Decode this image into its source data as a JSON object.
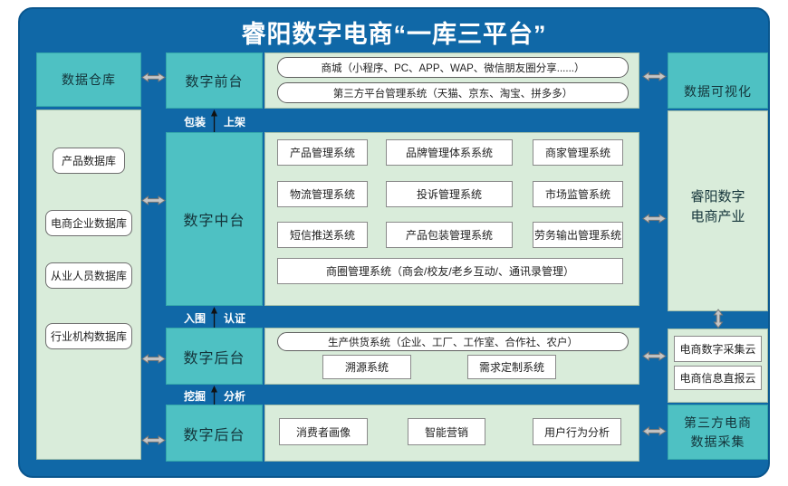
{
  "title": "睿阳数字电商“一库三平台”",
  "colors": {
    "panel_blue": "#1068a7",
    "teal": "#4ec1c3",
    "light_green": "#d9ecda",
    "box_white": "#ffffff",
    "arrow_gray": "#c6c6c6"
  },
  "left": {
    "header": "数据仓库",
    "databases": [
      "产品数据库",
      "电商企业数据库",
      "从业人员数据库",
      "行业机构数据库"
    ]
  },
  "front": {
    "label": "数字前台",
    "pills": [
      "商城（小程序、PC、APP、WAP、微信朋友圈分享......）",
      "第三方平台管理系统（天猫、京东、淘宝、拼多多）"
    ]
  },
  "connector_top": {
    "left": "包装",
    "right": "上架"
  },
  "mid": {
    "label": "数字中台",
    "grid": [
      "产品管理系统",
      "品牌管理体系系统",
      "商家管理系统",
      "物流管理系统",
      "投诉管理系统",
      "市场监管系统",
      "短信推送系统",
      "产品包装管理系统",
      "劳务输出管理系统"
    ],
    "wide": "商圈管理系统（商会/校友/老乡互动/、通讯录管理）"
  },
  "connector_mid": {
    "left": "入围",
    "right": "认证"
  },
  "back1": {
    "label": "数字后台",
    "pill": "生产供货系统（企业、工厂、工作室、合作社、农户）",
    "items": [
      "溯源系统",
      "需求定制系统"
    ]
  },
  "connector_bottom": {
    "left": "挖掘",
    "right": "分析"
  },
  "back2": {
    "label": "数字后台",
    "items": [
      "消费者画像",
      "智能营销",
      "用户行为分析"
    ]
  },
  "right": {
    "header": "数据可视化",
    "industry_line1": "睿阳数字",
    "industry_line2": "电商产业",
    "clouds": [
      "电商数字采集云",
      "电商信息直报云"
    ],
    "bottom_line1": "第三方电商",
    "bottom_line2": "数据采集"
  }
}
